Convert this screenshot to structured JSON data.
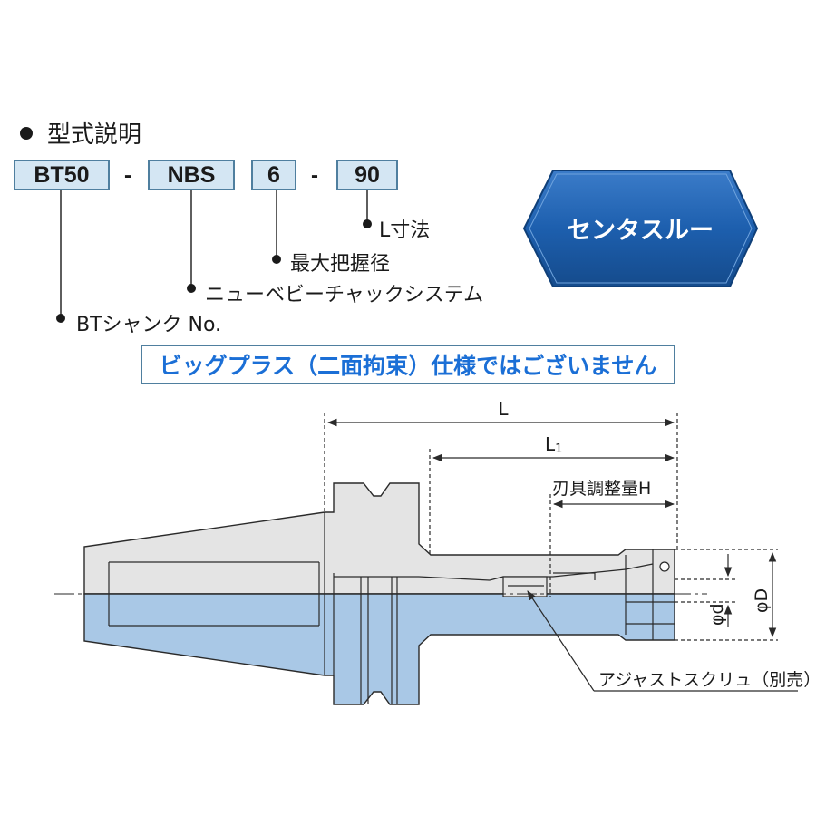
{
  "header": {
    "title": "型式説明"
  },
  "model_code": {
    "segments": [
      {
        "value": "BT50",
        "label": "BTシャンク No."
      },
      {
        "value": "NBS",
        "label": "ニューベビーチャックシステム"
      },
      {
        "value": "6",
        "label": "最大把握径"
      },
      {
        "value": "90",
        "label": "L寸法"
      }
    ],
    "separator": "-"
  },
  "badge": {
    "text": "センタスルー",
    "color": "#1d5fae"
  },
  "notice": {
    "text": "ビッグプラス（二面拘束）仕様ではございません",
    "text_color": "#1b6fd6",
    "border_color": "#4f7f9f"
  },
  "drawing": {
    "dimension_L": "L",
    "dimension_L1_main": "L",
    "dimension_L1_sub": "1",
    "adjustment_label": "刃具調整量H",
    "diameter_d": "φd",
    "diameter_D": "φD",
    "screw_label": "アジャストスクリュ（別売）",
    "body_color": "#e4e4e4",
    "section_color": "#a9c8e6",
    "line_color": "#2a2a2a"
  }
}
